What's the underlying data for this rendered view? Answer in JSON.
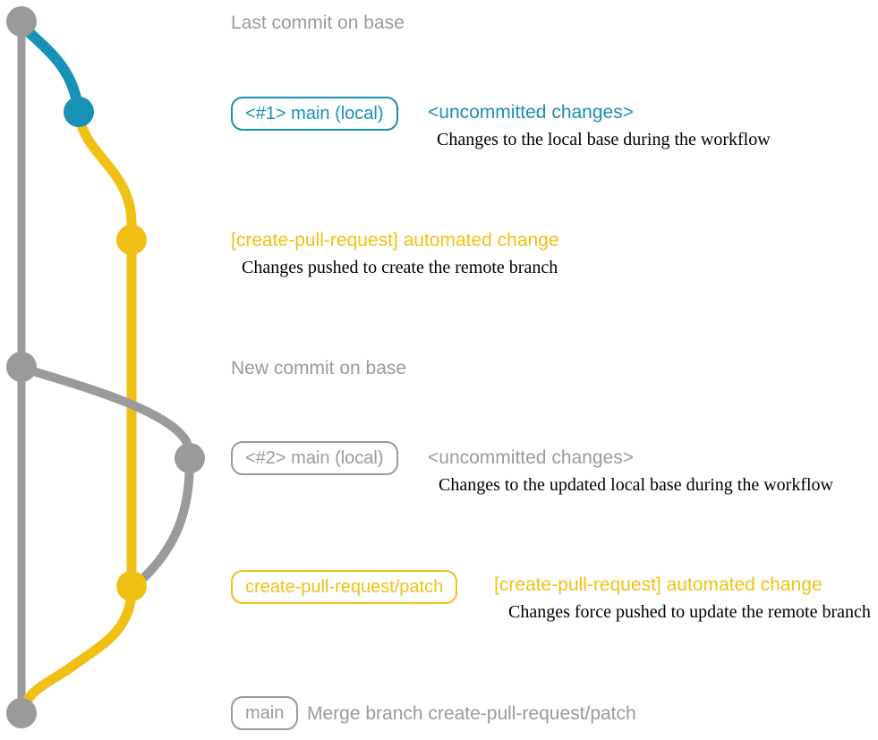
{
  "colors": {
    "base_gray": "#9a9a9a",
    "local_blue": "#1791b5",
    "patch_yellow": "#f0c114",
    "description_black": "#000000"
  },
  "annotations": {
    "last_commit": {
      "title": "Last commit on base"
    },
    "uncommitted_1": {
      "badge": "<#1> main (local)",
      "heading": "<uncommitted changes>",
      "description": "Changes to the local base during the workflow"
    },
    "automated_1": {
      "heading": "[create-pull-request] automated change",
      "description": "Changes pushed to create the remote branch"
    },
    "new_commit": {
      "title": "New commit on base"
    },
    "uncommitted_2": {
      "badge": "<#2> main (local)",
      "heading": "<uncommitted changes>",
      "description": "Changes to the updated local base during the workflow"
    },
    "automated_2": {
      "badge": "create-pull-request/patch",
      "heading": "[create-pull-request] automated change",
      "description": "Changes force pushed to update the remote branch"
    },
    "merge": {
      "badge": "main",
      "message": "Merge branch create-pull-request/patch"
    }
  }
}
